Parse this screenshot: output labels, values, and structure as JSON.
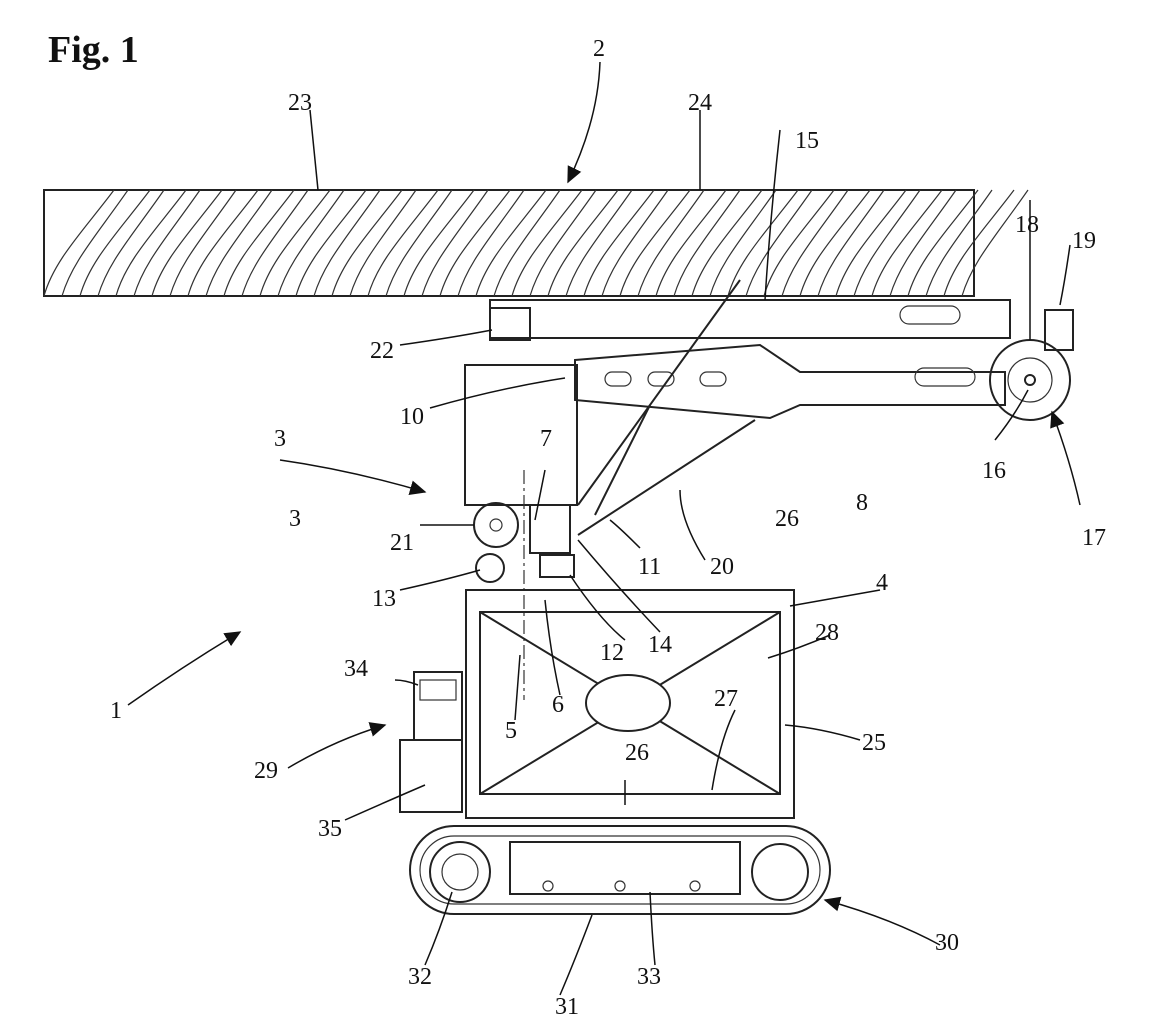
{
  "figure": {
    "title": "Fig. 1",
    "labels": [
      "1",
      "2",
      "3",
      "3",
      "4",
      "5",
      "6",
      "7",
      "8",
      "10",
      "11",
      "12",
      "13",
      "14",
      "15",
      "16",
      "17",
      "18",
      "19",
      "20",
      "21",
      "22",
      "23",
      "24",
      "25",
      "26",
      "26",
      "27",
      "28",
      "29",
      "30",
      "31",
      "32",
      "33",
      "34",
      "35"
    ]
  }
}
